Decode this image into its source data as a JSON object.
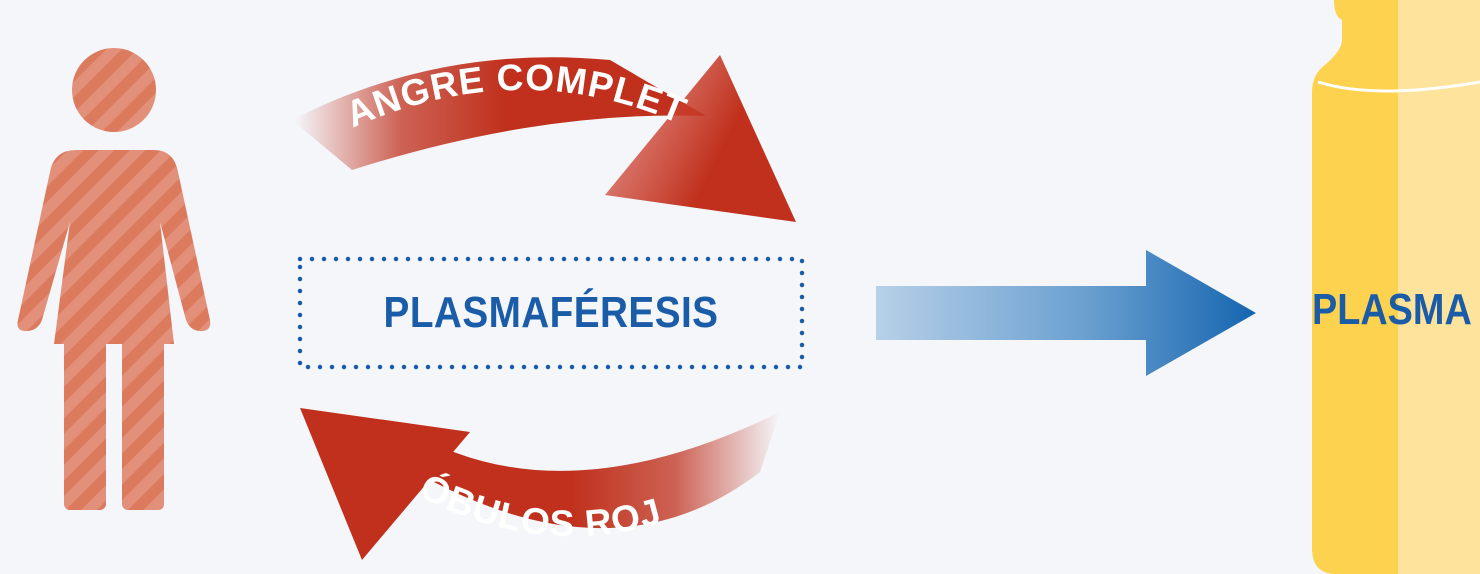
{
  "labels": {
    "whole_blood": "SANGRE COMPLETA",
    "red_cells": "GLÓBULOS ROJOS",
    "process": "PLASMAFÉRESIS",
    "product": "PLASMA"
  },
  "colors": {
    "background": "#f4f6fa",
    "donor_figure": "#dc7a5e",
    "donor_stripe": "#e6947c",
    "arc_red": "#c0301c",
    "text_blue": "#1a5ca8",
    "dotted_box": "#1a5ca8",
    "arrow_blue": "#1565b0",
    "bottle_yellow": "#fdd24e",
    "bottle_light": "#fde39c"
  },
  "icons": {
    "donor": "person-female-icon",
    "product": "plasma-bottle-icon"
  }
}
